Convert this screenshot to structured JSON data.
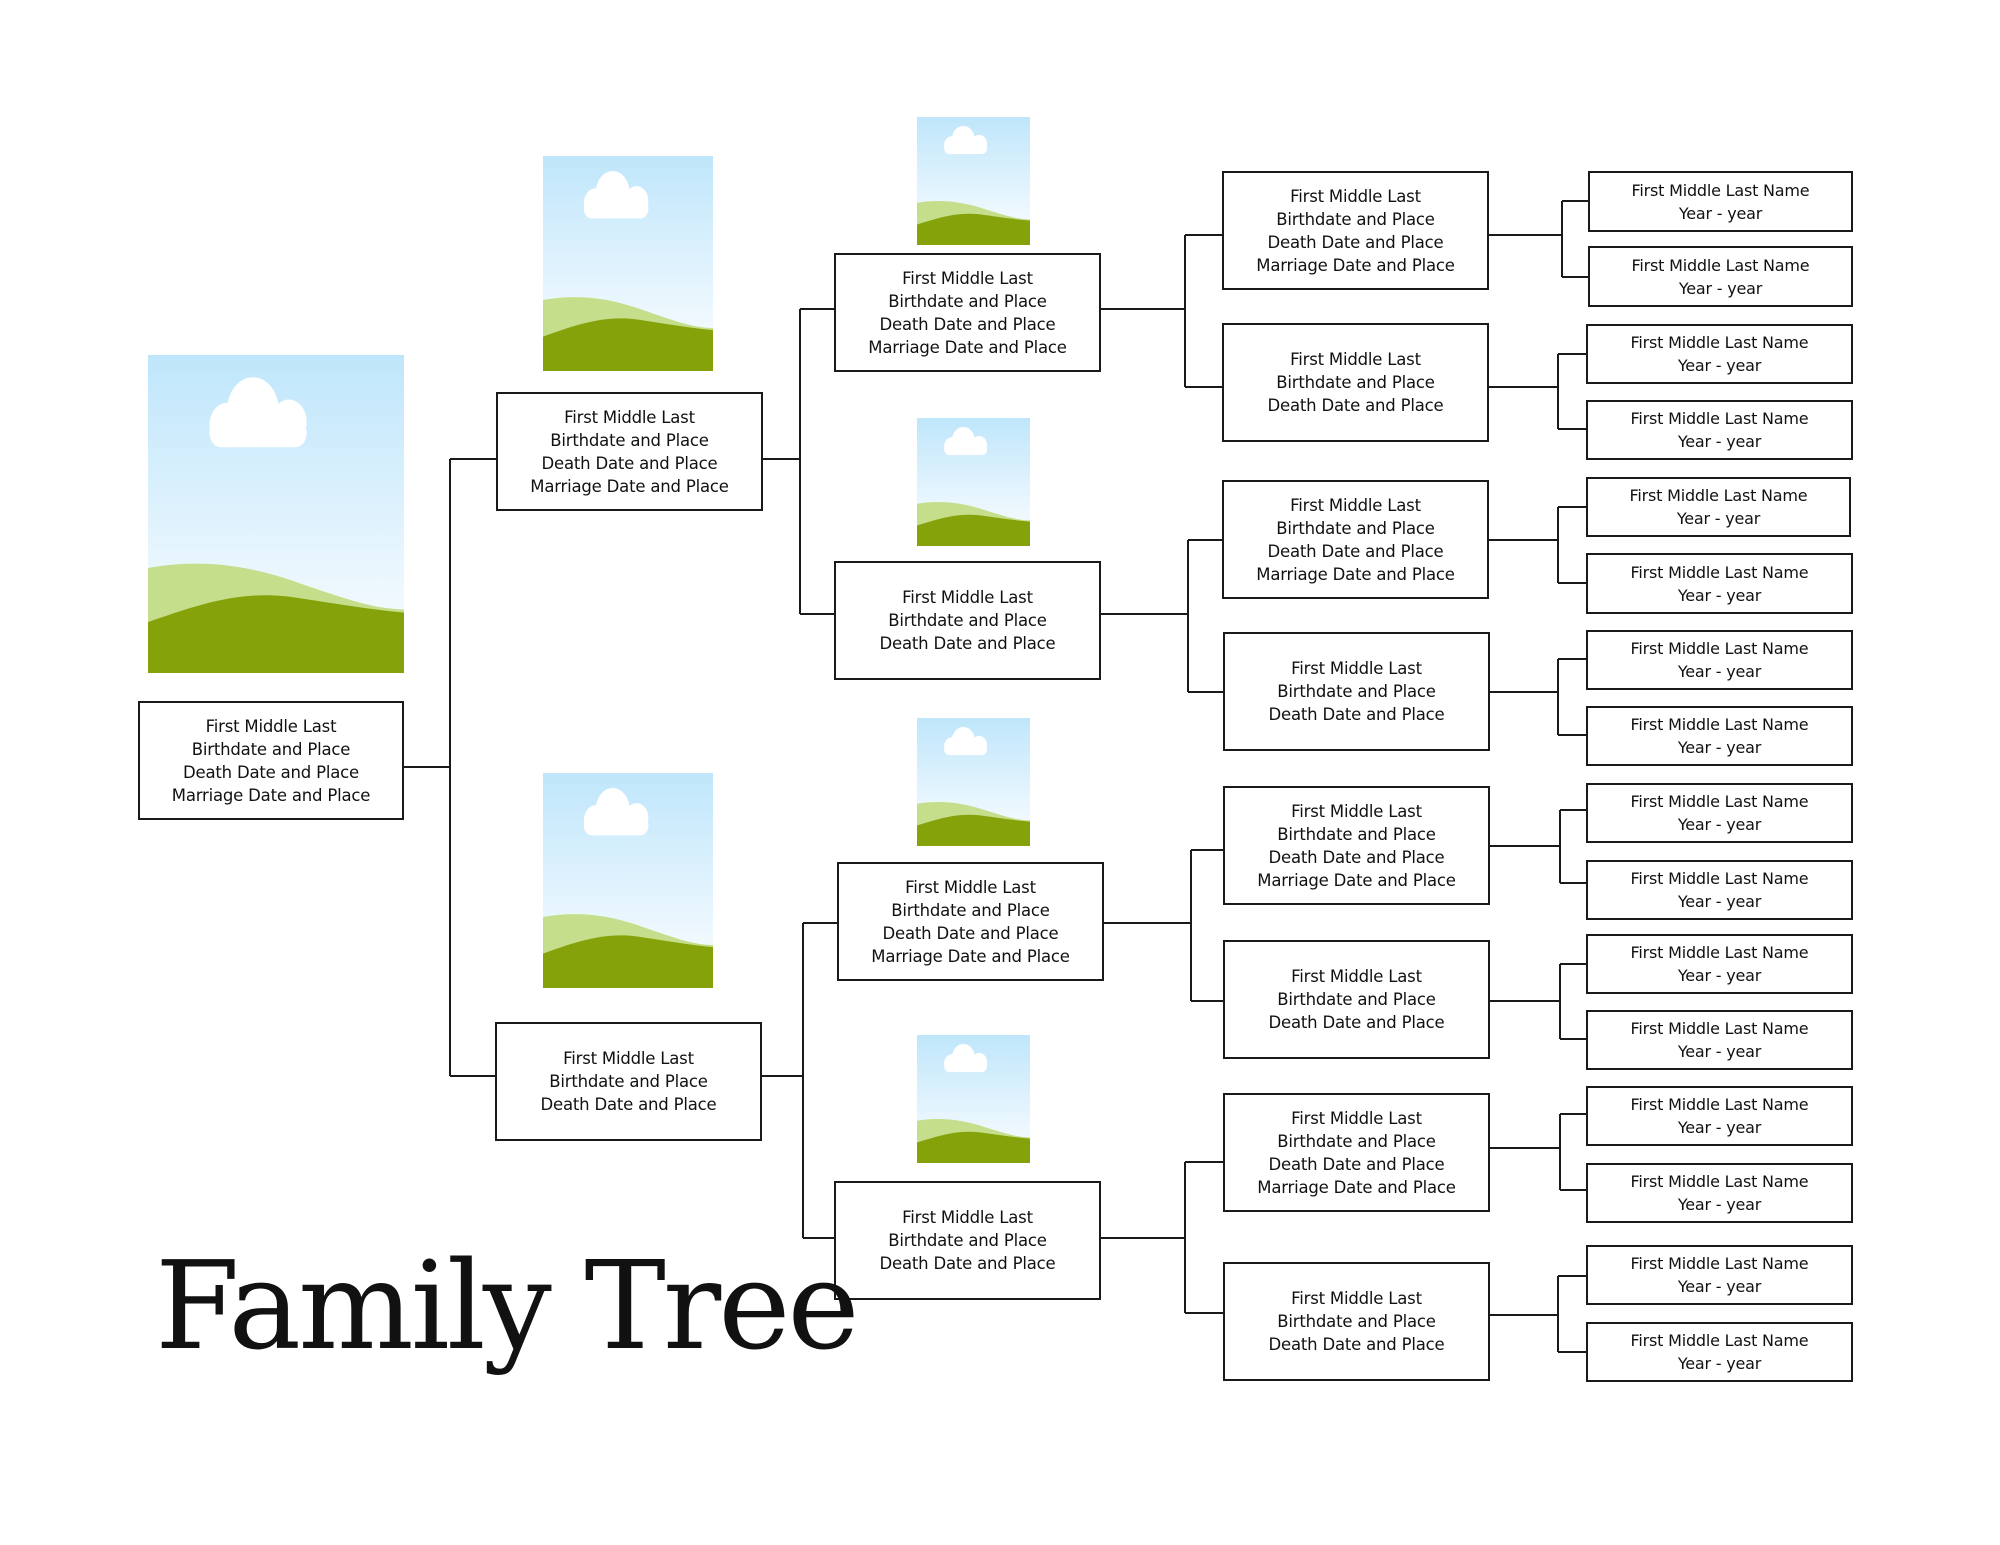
{
  "title": "Family Tree",
  "colors": {
    "line": "#1a1a1a",
    "sky_top": "#bfe6fb",
    "sky_bottom": "#ffffff",
    "hill_light": "#c4de8b",
    "hill_dark": "#86a20a"
  },
  "photo_icon": "landscape-placeholder-icon",
  "root": {
    "name": "First Middle Last",
    "birth": "Birthdate and Place",
    "death": "Death Date and Place",
    "marriage": "Marriage Date and Place"
  },
  "parents": [
    {
      "name": "First Middle Last",
      "birth": "Birthdate and Place",
      "death": "Death Date and Place",
      "marriage": "Marriage Date and Place"
    },
    {
      "name": "First Middle Last",
      "birth": "Birthdate and Place",
      "death": "Death Date and Place"
    }
  ],
  "grandparents": [
    {
      "name": "First Middle Last",
      "birth": "Birthdate and Place",
      "death": "Death Date and Place",
      "marriage": "Marriage Date and Place"
    },
    {
      "name": "First Middle Last",
      "birth": "Birthdate and Place",
      "death": "Death Date and Place"
    },
    {
      "name": "First Middle Last",
      "birth": "Birthdate and Place",
      "death": "Death Date and Place",
      "marriage": "Marriage Date and Place"
    },
    {
      "name": "First Middle Last",
      "birth": "Birthdate and Place",
      "death": "Death Date and Place"
    }
  ],
  "great_grandparents": [
    {
      "name": "First Middle Last",
      "birth": "Birthdate and Place",
      "death": "Death Date and Place",
      "marriage": "Marriage Date and Place"
    },
    {
      "name": "First Middle Last",
      "birth": "Birthdate and Place",
      "death": "Death Date and Place"
    },
    {
      "name": "First Middle Last",
      "birth": "Birthdate and Place",
      "death": "Death Date and Place",
      "marriage": "Marriage Date and Place"
    },
    {
      "name": "First Middle Last",
      "birth": "Birthdate and Place",
      "death": "Death Date and Place"
    },
    {
      "name": "First Middle Last",
      "birth": "Birthdate and Place",
      "death": "Death Date and Place",
      "marriage": "Marriage Date and Place"
    },
    {
      "name": "First Middle Last",
      "birth": "Birthdate and Place",
      "death": "Death Date and Place"
    },
    {
      "name": "First Middle Last",
      "birth": "Birthdate and Place",
      "death": "Death Date and Place",
      "marriage": "Marriage Date and Place"
    },
    {
      "name": "First Middle Last",
      "birth": "Birthdate and Place",
      "death": "Death Date and Place"
    }
  ],
  "ancestors": [
    {
      "name": "First Middle Last Name",
      "years": "Year - year"
    },
    {
      "name": "First Middle Last Name",
      "years": "Year - year"
    },
    {
      "name": "First Middle Last Name",
      "years": "Year - year"
    },
    {
      "name": "First Middle Last Name",
      "years": "Year - year"
    },
    {
      "name": "First Middle Last Name",
      "years": "Year - year"
    },
    {
      "name": "First Middle Last Name",
      "years": "Year - year"
    },
    {
      "name": "First Middle Last Name",
      "years": "Year - year"
    },
    {
      "name": "First Middle Last Name",
      "years": "Year - year"
    },
    {
      "name": "First Middle Last Name",
      "years": "Year - year"
    },
    {
      "name": "First Middle Last Name",
      "years": "Year - year"
    },
    {
      "name": "First Middle Last Name",
      "years": "Year - year"
    },
    {
      "name": "First Middle Last Name",
      "years": "Year - year"
    },
    {
      "name": "First Middle Last Name",
      "years": "Year - year"
    },
    {
      "name": "First Middle Last Name",
      "years": "Year - year"
    },
    {
      "name": "First Middle Last Name",
      "years": "Year - year"
    },
    {
      "name": "First Middle Last Name",
      "years": "Year - year"
    }
  ]
}
